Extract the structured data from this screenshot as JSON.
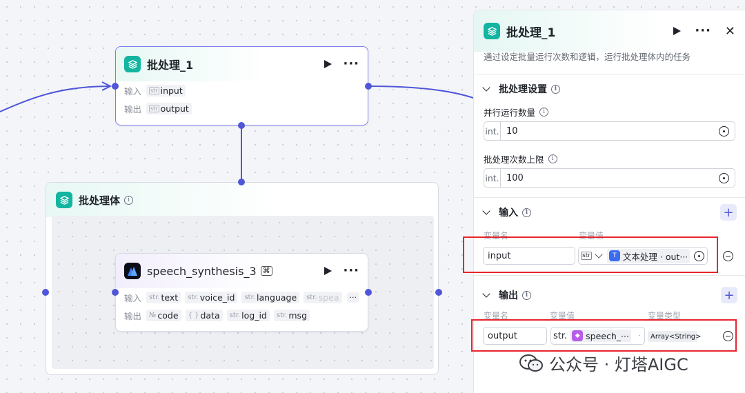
{
  "canvas": {
    "batch_node": {
      "title": "批处理_1",
      "rows": [
        {
          "label": "输入",
          "tags": [
            {
              "type": "str",
              "name": "input"
            }
          ]
        },
        {
          "label": "输出",
          "tags": [
            {
              "type": "str",
              "name": "output"
            }
          ]
        }
      ]
    },
    "batch_body": {
      "title": "批处理体"
    },
    "speech_node": {
      "title": "speech_synthesis_3",
      "inputs_label": "输入",
      "outputs_label": "输出",
      "inputs": [
        {
          "type": "str.",
          "name": "text"
        },
        {
          "type": "str.",
          "name": "voice_id"
        },
        {
          "type": "str.",
          "name": "language"
        },
        {
          "type": "str.",
          "name": "spea"
        }
      ],
      "outputs": [
        {
          "type": "№",
          "name": "code"
        },
        {
          "type": "{ }",
          "name": "data"
        },
        {
          "type": "str.",
          "name": "log_id"
        },
        {
          "type": "str.",
          "name": "msg"
        }
      ],
      "more_label": "···"
    }
  },
  "panel": {
    "title": "批处理_1",
    "description": "通过设定批量运行次数和逻辑，运行批处理体内的任务",
    "settings": {
      "title": "批处理设置",
      "concurrency_label": "并行运行数量",
      "concurrency_prefix": "int.",
      "concurrency_value": "10",
      "limit_label": "批处理次数上限",
      "limit_prefix": "int.",
      "limit_value": "100"
    },
    "inputs": {
      "title": "输入",
      "col_name": "变量名",
      "col_value": "变量值",
      "row": {
        "name": "input",
        "type_select": "str",
        "ref": "文本处理 · out···"
      }
    },
    "outputs": {
      "title": "输出",
      "col_name": "变量名",
      "col_value": "变量值",
      "col_type": "变量类型",
      "row": {
        "name": "output",
        "type_prefix": "str.",
        "ref": "speech_···",
        "var_type": "Array<String>"
      }
    }
  },
  "watermark": {
    "text": "公众号 · 灯塔AIGC"
  },
  "colors": {
    "accent": "#4f56d8",
    "teal": "#12b5a0",
    "highlight": "#e8242c"
  }
}
